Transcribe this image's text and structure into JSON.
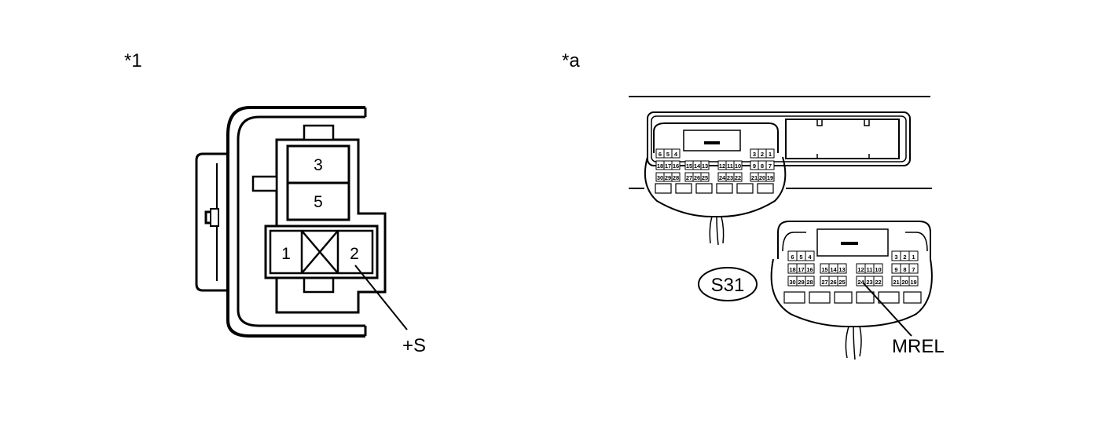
{
  "left_view": {
    "marker": "*1",
    "pins": {
      "p3": "3",
      "p5": "5",
      "p1": "1",
      "p2": "2"
    },
    "callout": "+S"
  },
  "right_view": {
    "marker": "*a",
    "top_connector": {
      "row1_left": [
        "6",
        "5",
        "4"
      ],
      "row1_right": [
        "3",
        "2",
        "1"
      ],
      "row2_left": [
        "18",
        "17",
        "16"
      ],
      "row2_mid": [
        "15",
        "14",
        "13"
      ],
      "row2_midright": [
        "12",
        "11",
        "10"
      ],
      "row2_right": [
        "9",
        "8",
        "7"
      ],
      "row3_left": [
        "30",
        "29",
        "28"
      ],
      "row3_mid": [
        "27",
        "26",
        "25"
      ],
      "row3_midright": [
        "24",
        "23",
        "22"
      ],
      "row3_right": [
        "21",
        "20",
        "19"
      ]
    },
    "bottom_connector": {
      "row1_left": [
        "6",
        "5",
        "4"
      ],
      "row1_right": [
        "3",
        "2",
        "1"
      ],
      "row2_left": [
        "18",
        "17",
        "16"
      ],
      "row2_mid": [
        "15",
        "14",
        "13"
      ],
      "row2_midright": [
        "12",
        "11",
        "10"
      ],
      "row2_right": [
        "9",
        "8",
        "7"
      ],
      "row3_left": [
        "30",
        "29",
        "28"
      ],
      "row3_mid": [
        "27",
        "26",
        "25"
      ],
      "row3_midright": [
        "24",
        "23",
        "22"
      ],
      "row3_right": [
        "21",
        "20",
        "19"
      ]
    },
    "connector_code": "S31",
    "callout": "MREL"
  }
}
